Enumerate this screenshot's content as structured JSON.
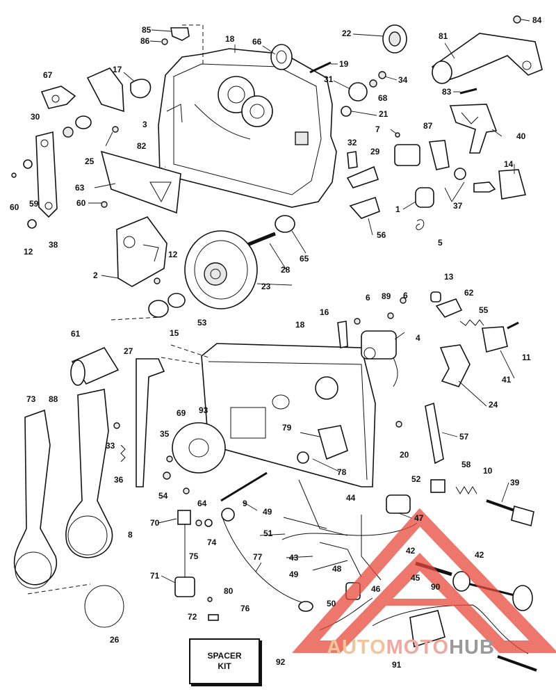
{
  "diagram": {
    "callouts": [
      "85",
      "86",
      "18",
      "66",
      "22",
      "81",
      "84",
      "67",
      "17",
      "19",
      "31",
      "34",
      "68",
      "21",
      "83",
      "3",
      "30",
      "25",
      "82",
      "7",
      "87",
      "40",
      "60",
      "59",
      "63",
      "60",
      "32",
      "29",
      "14",
      "1",
      "37",
      "38",
      "12",
      "56",
      "5",
      "2",
      "12",
      "28",
      "65",
      "23",
      "15",
      "53",
      "13",
      "62",
      "55",
      "6",
      "89",
      "6",
      "16",
      "18",
      "4",
      "11",
      "41",
      "24",
      "61",
      "27",
      "73",
      "88",
      "33",
      "36",
      "69",
      "35",
      "93",
      "79",
      "57",
      "20",
      "54",
      "64",
      "78",
      "58",
      "10",
      "39",
      "9",
      "52",
      "44",
      "49",
      "70",
      "8",
      "74",
      "47",
      "75",
      "51",
      "42",
      "42",
      "43",
      "48",
      "45",
      "71",
      "77",
      "49",
      "46",
      "50",
      "90",
      "80",
      "76",
      "72",
      "26",
      "91",
      "92"
    ],
    "spacer_kit": {
      "line1": "SPACER",
      "line2": "KIT"
    }
  },
  "watermark": {
    "part1": "AUTO",
    "part2": "MOTO",
    "part3": "HUB"
  },
  "colors": {
    "line": "#111111",
    "watermark_triangle": "#e84a3c",
    "watermark_auto": "#f2c49a",
    "watermark_hub": "#9a9a9a"
  }
}
